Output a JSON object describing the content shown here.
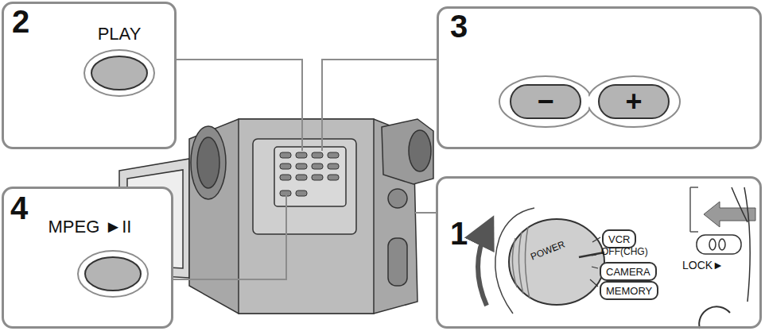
{
  "diagram": {
    "nodes": [
      {
        "text": [
          "2",
          "PLAY"
        ]
      },
      {
        "text": [
          "3"
        ]
      },
      {
        "text": [
          "−"
        ],
        "in": 1
      },
      {
        "text": [
          "+"
        ],
        "in": 1
      },
      {
        "text": [
          "4",
          "MPEG ►II"
        ]
      },
      {
        "text": [
          "1"
        ]
      },
      {
        "text": [
          "VCR"
        ],
        "in": 5
      },
      {
        "text": [
          "CAMERA"
        ],
        "in": 5
      },
      {
        "text": [
          "MEMORY"
        ],
        "in": 5
      }
    ],
    "labels": [
      "POWER",
      "OFF(CHG)",
      "LOCK►"
    ]
  }
}
